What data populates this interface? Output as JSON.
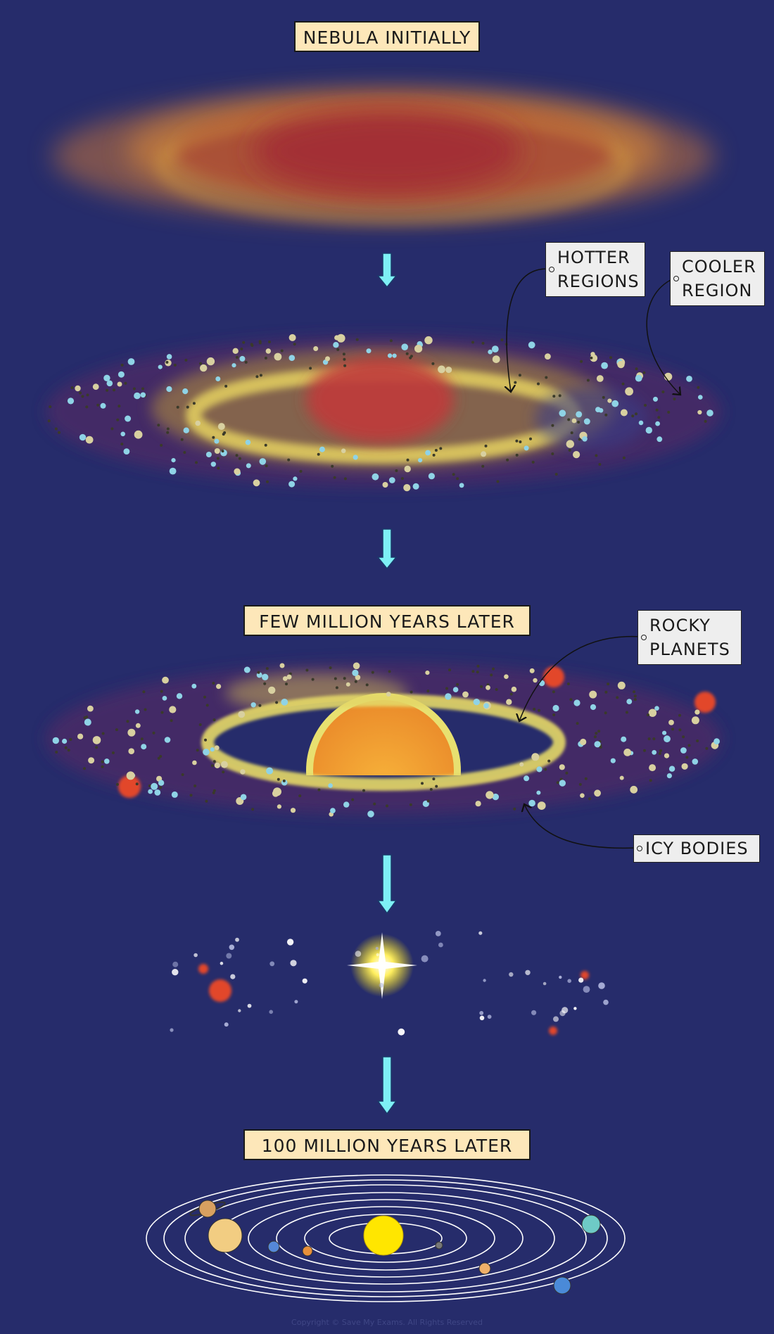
{
  "stages": {
    "nebula_initially": "NEBULA INITIALLY",
    "few_million_years_later": "FEW MILLION YEARS LATER",
    "hundred_million_years_later": "100 MILLION YEARS LATER"
  },
  "labels": {
    "hotter_regions": [
      "HOTTER",
      "REGIONS"
    ],
    "cooler_region": [
      "COOLER",
      "REGION"
    ],
    "rocky_planets": [
      "ROCKY",
      "PLANETS"
    ],
    "icy_bodies": "ICY BODIES"
  },
  "copyright": "Copyright © Save My Exams. All Rights Reserved",
  "colors": {
    "background": "#262c6b",
    "arrow": "#7ef0f5",
    "label_box": "#fde7b9",
    "tag": "#eeeeee",
    "sun": "#ffe600",
    "rocky": "#e2462a",
    "icy": "#8fd3e6"
  },
  "icons": {
    "down_arrow": "down-arrow-icon",
    "sun": "sun-icon",
    "planet": "planet-icon"
  }
}
